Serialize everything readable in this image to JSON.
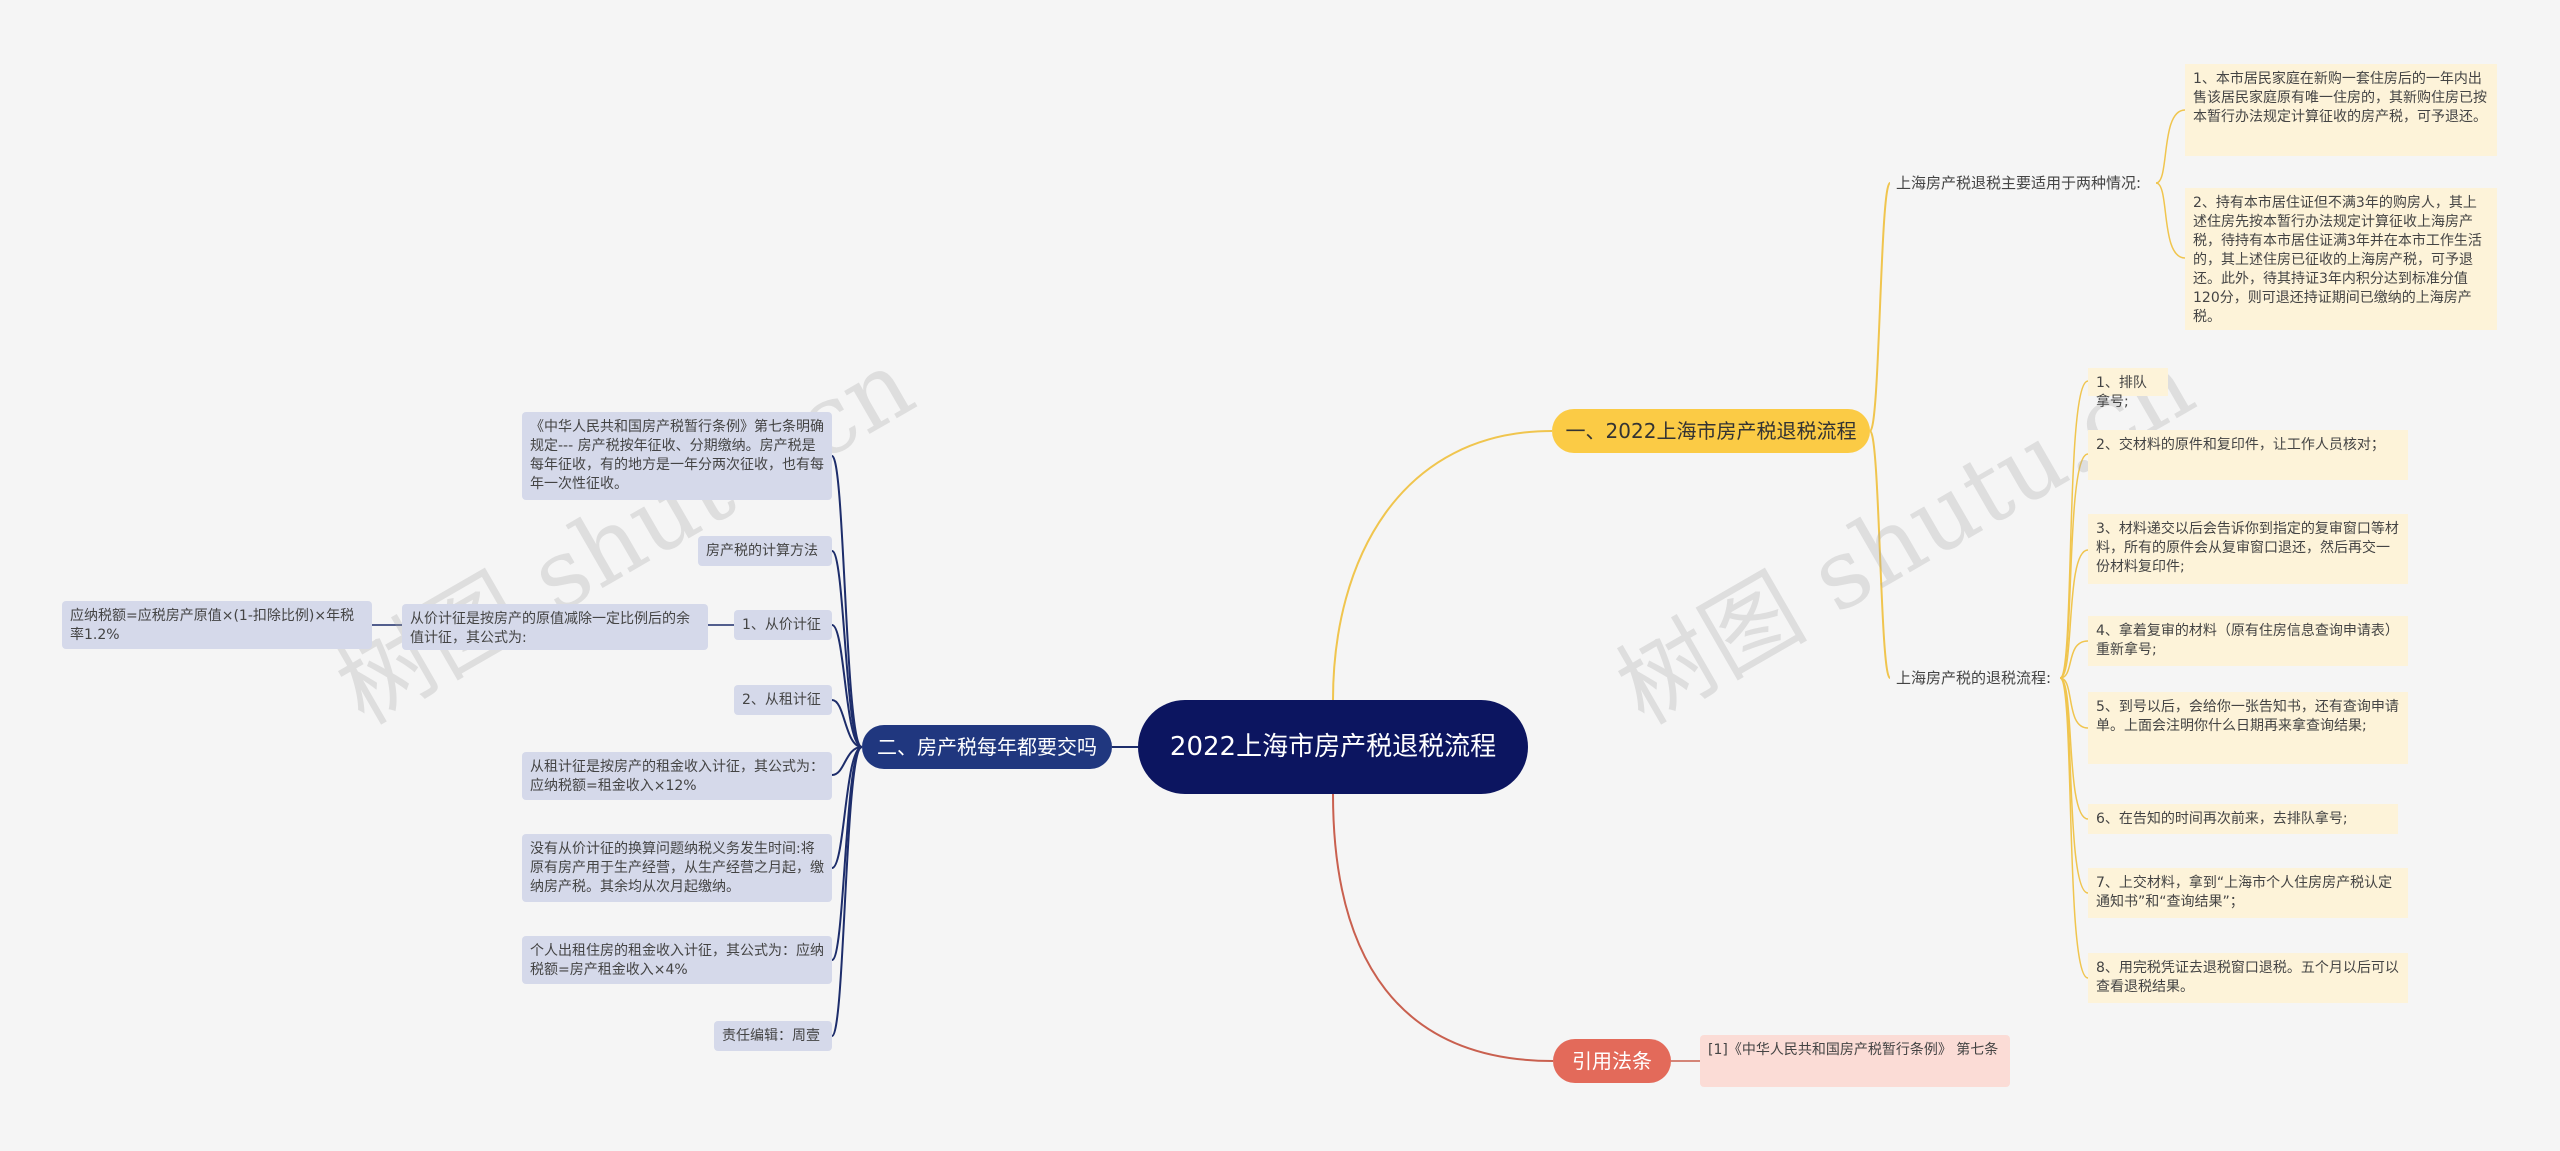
{
  "root": {
    "title": "2022上海市房产税退税流程"
  },
  "branches": {
    "b1": {
      "label": "一、2022上海市房产税退税流程",
      "g1": {
        "label": "上海房产税退税主要适用于两种情况:",
        "items": [
          "1、本市居民家庭在新购一套住房后的一年内出售该居民家庭原有唯一住房的，其新购住房已按本暂行办法规定计算征收的房产税，可予退还。",
          "2、持有本市居住证但不满3年的购房人，其上述住房先按本暂行办法规定计算征收上海房产税，待持有本市居住证满3年并在本市工作生活的，其上述住房已征收的上海房产税，可予退还。此外，待其持证3年内积分达到标准分值120分，则可退还持证期间已缴纳的上海房产税。"
        ]
      },
      "g2": {
        "label": "上海房产税的退税流程:",
        "items": [
          "1、排队拿号;",
          "2、交材料的原件和复印件，让工作人员核对；",
          "3、材料递交以后会告诉你到指定的复审窗口等材料，所有的原件会从复审窗口退还，然后再交一份材料复印件;",
          "4、拿着复审的材料（原有住房信息查询申请表）重新拿号;",
          "5、到号以后，会给你一张告知书，还有查询申请单。上面会注明你什么日期再来拿查询结果;",
          "6、在告知的时间再次前来，去排队拿号;",
          "7、上交材料，拿到“上海市个人住房房产税认定通知书”和“查询结果”；",
          "8、用完税凭证去退税窗口退税。五个月以后可以查看退税结果。"
        ]
      }
    },
    "b2": {
      "label": "二、房产税每年都要交吗",
      "items": {
        "n1": "《中华人民共和国房产税暂行条例》第七条明确规定--- 房产税按年征收、分期缴纳。房产税是每年征收，有的地方是一年分两次征收，也有每年一次性征收。",
        "n2": "房产税的计算方法",
        "n3": "1、从价计征",
        "n3a": "从价计征是按房产的原值减除一定比例后的余值计征，其公式为:",
        "n3b": "应纳税额=应税房产原值×(1-扣除比例)×年税率1.2%",
        "n4": "2、从租计征",
        "n5": "从租计征是按房产的租金收入计征，其公式为：应纳税额=租金收入×12%",
        "n6": "没有从价计征的换算问题纳税义务发生时间:将原有房产用于生产经营，从生产经营之月起，缴纳房产税。其余均从次月起缴纳。",
        "n7": "个人出租住房的租金收入计征，其公式为：应纳税额=房产租金收入×4%",
        "n8": "责任编辑：周壹"
      }
    },
    "b3": {
      "label": "引用法条",
      "items": [
        "[1]《中华人民共和国房产税暂行条例》 第七条"
      ]
    }
  },
  "watermark": "树图 shutu.cn",
  "colors": {
    "root": "#0c1560",
    "branch1": "#fbcb45",
    "branch2": "#20377f",
    "branch3": "#e36a5a",
    "line1": "#f0c54e",
    "line2": "#1d2d6b",
    "line3": "#c9604f"
  }
}
